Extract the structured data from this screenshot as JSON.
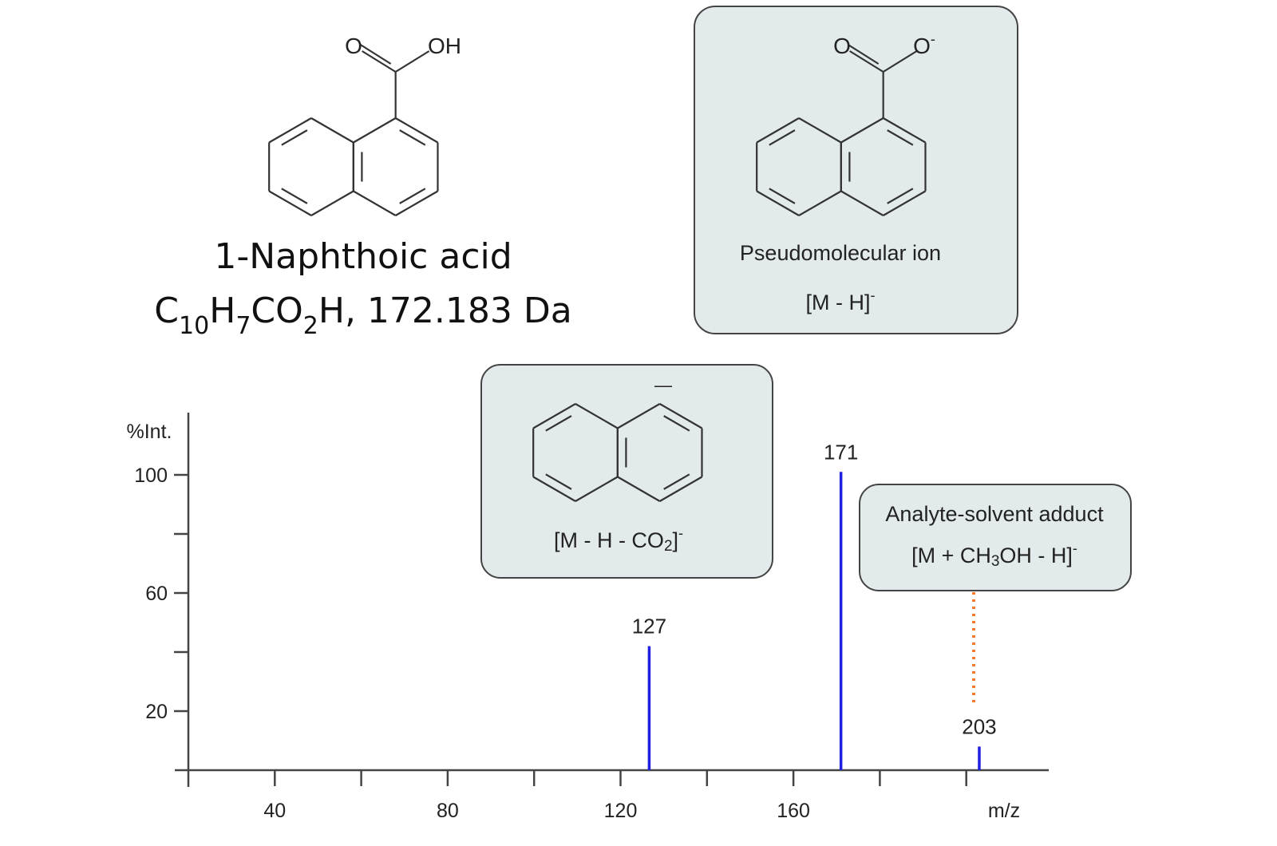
{
  "molecule": {
    "name": "1-Naphthoic acid",
    "formula_parts": [
      "C",
      "10",
      "H",
      "7",
      "CO",
      "2",
      "H, 172.183 Da"
    ],
    "atom_O": "O",
    "atom_OH": "OH"
  },
  "boxes": {
    "pseudomolecular": {
      "title": "Pseudomolecular ion",
      "formula": "[M - H]",
      "charge": "-",
      "atom_O": "O",
      "atom_Ominus": "O"
    },
    "fragment": {
      "formula_a": "[M - H - CO",
      "formula_sub": "2",
      "formula_b": "]",
      "charge": "-",
      "anion_mark": "—"
    },
    "adduct": {
      "title": "Analyte-solvent adduct",
      "formula_a": "[M + CH",
      "formula_sub": "3",
      "formula_b": "OH - H]",
      "charge": "-"
    }
  },
  "colors": {
    "peak": "#2020e0",
    "box_fill": "#e2eaeb",
    "box_stroke": "#444444",
    "connector": "#f07a2a",
    "axis": "#444444"
  },
  "chart_data": {
    "type": "bar",
    "title": "",
    "xlabel": "m/z",
    "ylabel": "%Int.",
    "xlim": [
      20,
      219
    ],
    "ylim": [
      0,
      121
    ],
    "x_ticks": [
      20,
      40,
      60,
      80,
      100,
      120,
      140,
      160,
      180,
      200
    ],
    "x_tick_labels": [
      {
        "value": 40,
        "label": "40"
      },
      {
        "value": 80,
        "label": "80"
      },
      {
        "value": 120,
        "label": "120"
      },
      {
        "value": 160,
        "label": "160"
      }
    ],
    "y_ticks": [
      20,
      40,
      60,
      80,
      100
    ],
    "y_tick_labels": [
      {
        "value": 20,
        "label": "20"
      },
      {
        "value": 60,
        "label": "60"
      },
      {
        "value": 100,
        "label": "100"
      }
    ],
    "grid": false,
    "peaks": [
      {
        "mz": 127,
        "intensity": 42,
        "label": "127"
      },
      {
        "mz": 171,
        "intensity": 101,
        "label": "171"
      },
      {
        "mz": 203,
        "intensity": 8,
        "label": "203"
      }
    ]
  }
}
